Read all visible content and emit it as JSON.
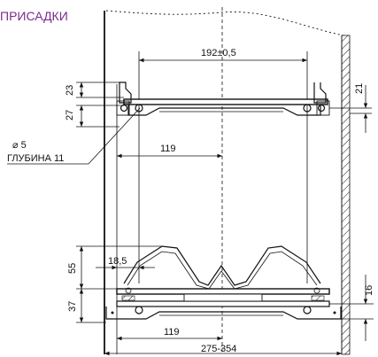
{
  "title": "ПРИСАДКИ",
  "dimensions": {
    "width_top": "192±0,5",
    "h_27": "27",
    "h_23": "23",
    "right_21": "21",
    "hole_diameter": "⌀ 5",
    "hole_depth": "ГЛУБИНА 11",
    "offset_top": "119",
    "h_55": "55",
    "h_37": "37",
    "offset_18": "18,5",
    "right_16": "16",
    "offset_bottom": "119",
    "range_bottom": "275-354"
  }
}
